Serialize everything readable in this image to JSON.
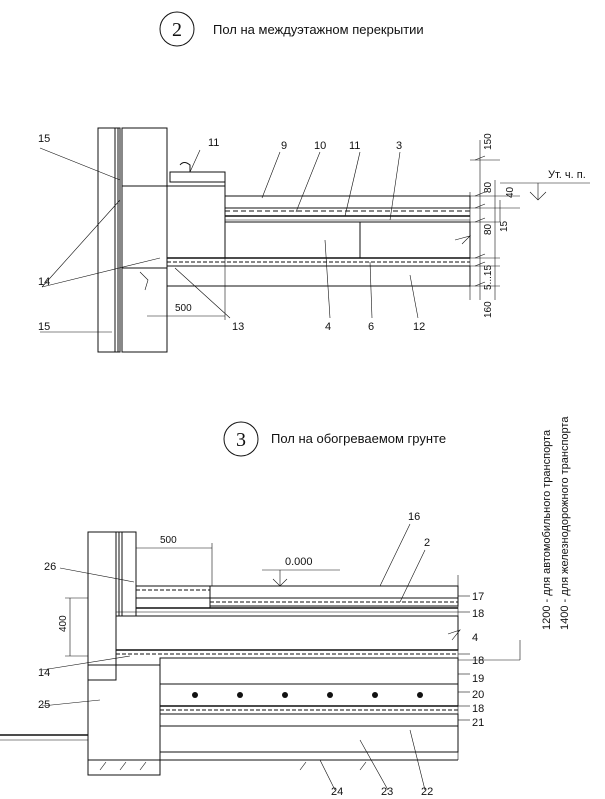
{
  "section2": {
    "number": "2",
    "title": "Пол на междуэтажном перекрытии",
    "callouts": [
      "15",
      "11",
      "9",
      "10",
      "11",
      "3",
      "14",
      "15",
      "13",
      "4",
      "6",
      "12"
    ],
    "dims": [
      "150",
      "80",
      "40",
      "80",
      "15",
      "5...15",
      "160",
      "500"
    ],
    "level_label": "Ут. ч. п."
  },
  "section3": {
    "number": "3",
    "title": "Пол на обогреваемом грунте",
    "callouts": [
      "16",
      "2",
      "26",
      "17",
      "18",
      "4",
      "18",
      "19",
      "20",
      "18",
      "21",
      "14",
      "25",
      "24",
      "23",
      "22"
    ],
    "dims": [
      "500",
      "400"
    ],
    "level_label": "0.000",
    "side_note_1": "1200 - для автомобильного транспорта",
    "side_note_2": "1400 - для железнодорожного транспорта"
  }
}
